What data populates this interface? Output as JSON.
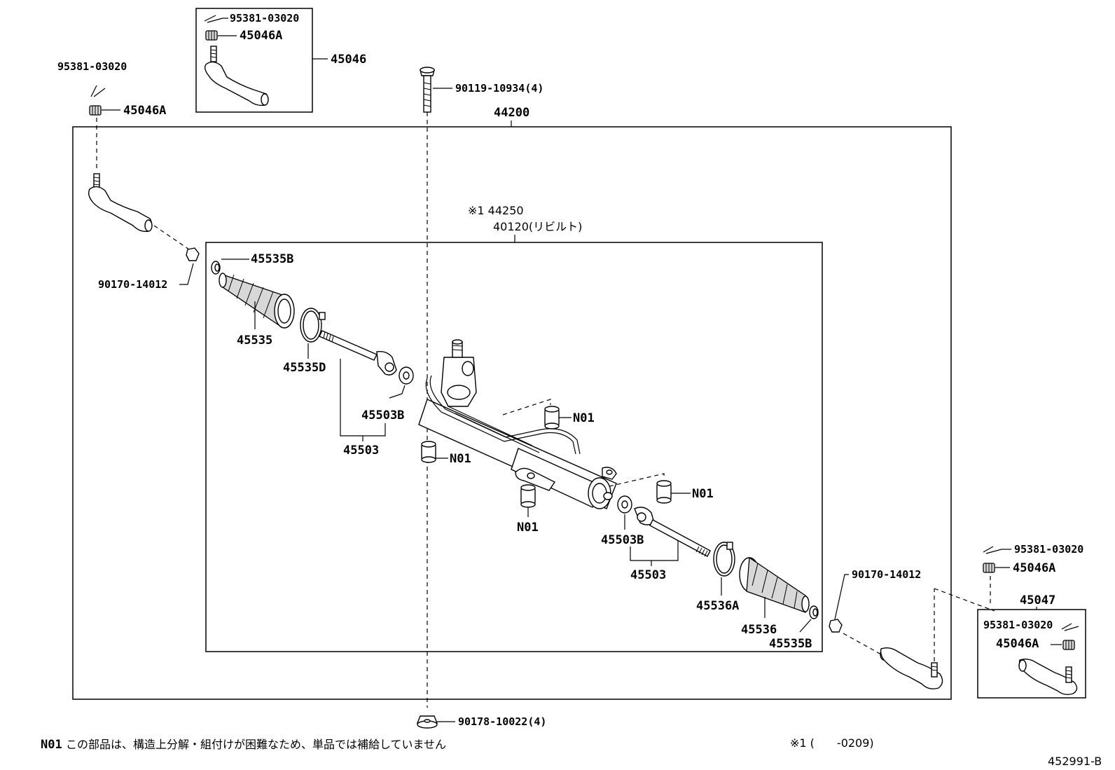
{
  "assembly": {
    "main": "44200",
    "rebuilt_line1": "※1 44250",
    "rebuilt_line2": "40120(リビルト)"
  },
  "labels": {
    "tl_cotter": "95381-03020",
    "tl_nut": "45046A",
    "inset_left_cotter": "95381-03020",
    "inset_left_nut": "45046A",
    "inset_left_part": "45046",
    "bolt": "90119-10934(4)",
    "nut_bottom": "90178-10022(4)",
    "clamp_left_outer": "45535B",
    "lock_nut_left": "90170-14012",
    "boot_left": "45535",
    "clamp_left_inner": "45535D",
    "washer_left": "45503B",
    "tie_rod_left": "45503",
    "n01_a": "N01",
    "n01_b": "N01",
    "n01_c": "N01",
    "n01_d": "N01",
    "washer_right": "45503B",
    "tie_rod_right": "45503",
    "lock_nut_right": "90170-14012",
    "clamp_right_inner": "45536A",
    "boot_right": "45536",
    "clamp_right_outer": "45535B",
    "br_cotter": "95381-03020",
    "br_nut": "45046A",
    "inset_right_part": "45047",
    "inset_right_cotter": "95381-03020",
    "inset_right_nut": "45046A"
  },
  "footer": {
    "note_code": "N01",
    "note_text": "この部品は、構造上分解・組付けが困難なため、単品では補給していません",
    "footnote": "※1 (　　-0209)",
    "figure_id": "452991-B"
  }
}
